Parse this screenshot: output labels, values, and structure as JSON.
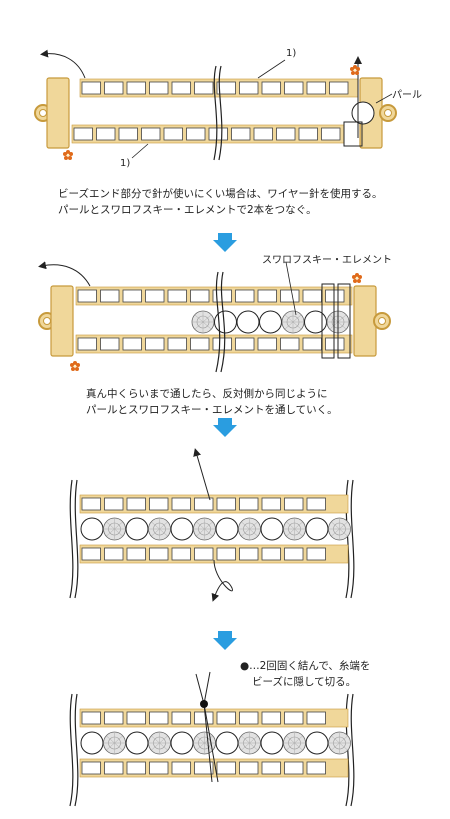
{
  "steps": [
    {
      "caption_lines": [
        "ビーズエンド部分で針が使いにくい場合は、ワイヤー針を使用する。",
        "パールとスワロフスキー・エレメントで2本をつなぐ。"
      ],
      "labels": {
        "top_row": "1)",
        "bottom_row": "1)",
        "pearl": "パール"
      }
    },
    {
      "caption_lines": [
        "真ん中くらいまで通したら、反対側から同じように",
        "パールとスワロフスキー・エレメントを通していく。"
      ],
      "labels": {
        "swarovski": "スワロフスキー・エレメント"
      }
    },
    {
      "caption_lines": [],
      "labels": {}
    },
    {
      "caption_lines": [],
      "labels": {
        "note_line1": "●…2回固く結んで、糸端を",
        "note_line2": "ビーズに隠して切る。"
      }
    }
  ],
  "colors": {
    "bead": "#f0d79a",
    "bead_edge": "#c79a3c",
    "arrow": "#2a9de0",
    "flower": "#e06a1a",
    "crystal": "#d8d8d8"
  }
}
